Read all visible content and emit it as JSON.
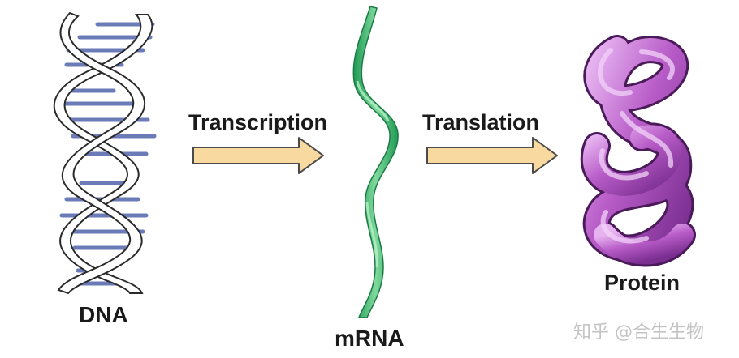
{
  "labels": {
    "dna": "DNA",
    "mrna": "mRNA",
    "protein": "Protein",
    "transcription": "Transcription",
    "translation": "Translation"
  },
  "watermark": "知乎 @合生生物",
  "colors": {
    "dna_strand_fill": "#ffffff",
    "dna_strand_outline": "#2a2a2a",
    "dna_rung": "#6b7bb8",
    "mrna_light": "#a8e6b8",
    "mrna_dark": "#1f9a55",
    "arrow_fill": "#f8d9a0",
    "arrow_outline": "#4a4a4a",
    "protein_main": "#b85cc8",
    "protein_dark": "#6e2a82",
    "protein_light": "#e6b3f0",
    "watermark": "#c4c4c4"
  }
}
